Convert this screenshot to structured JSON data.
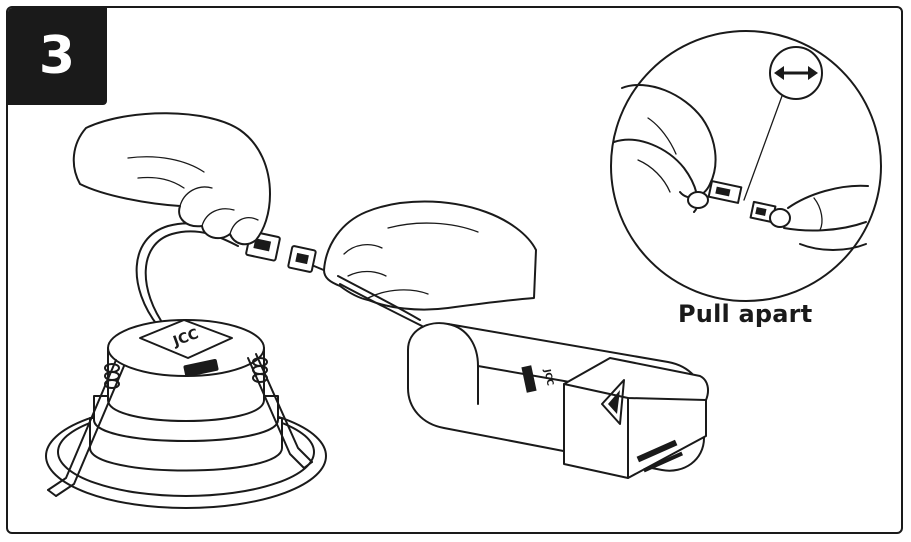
{
  "step": {
    "number": "3"
  },
  "callout": {
    "caption": "Pull apart",
    "arrow_icon": "double-arrow-horizontal"
  },
  "device_labels": {
    "fitting_brand": "JCC",
    "driver_brand": "JCC"
  },
  "colors": {
    "line": "#1a1a1a",
    "background": "#ffffff"
  }
}
